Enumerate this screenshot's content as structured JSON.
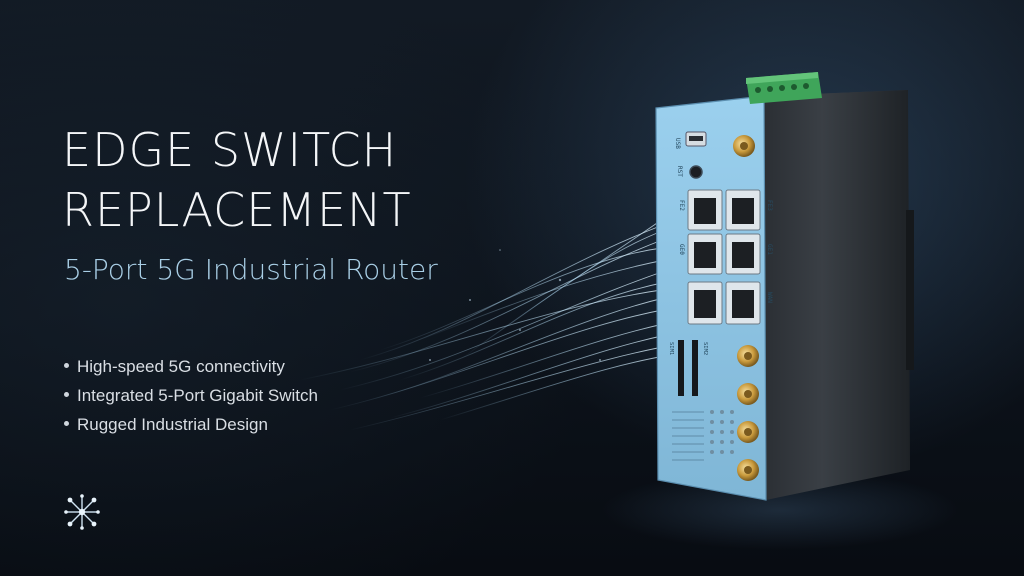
{
  "headline": {
    "line1": "EDGE SWITCH",
    "line2": "REPLACEMENT"
  },
  "subtitle": "5-Port 5G Industrial Router",
  "features": [
    "High-speed 5G connectivity",
    "Integrated 5-Port Gigabit Switch",
    "Rugged Industrial Design"
  ],
  "device": {
    "labels": {
      "usb": "USB",
      "rst": "RST",
      "fe2": "FE2",
      "fe3": "FE3",
      "ge1": "GE1",
      "ge0": "GE0",
      "wan": "WAN",
      "sim1": "SIM1",
      "sim2": "SIM2"
    },
    "panel_color": "#8fc6e6",
    "terminal_color": "#3fa55a"
  },
  "colors": {
    "accent": "#a9cfe6",
    "background": "#0c121a",
    "headline": "#f4f6f8"
  },
  "icons": [
    "network-nodes-logo-icon"
  ]
}
